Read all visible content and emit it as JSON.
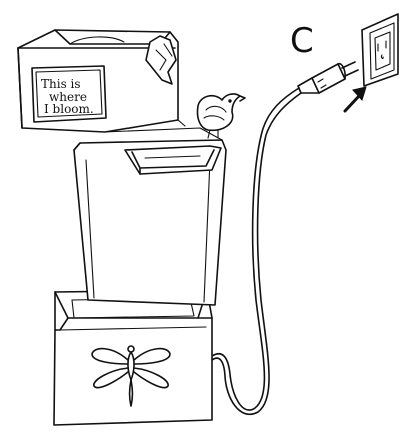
{
  "step_label": "C",
  "sign": {
    "line1": "This is",
    "line2": "where",
    "line3": "I bloom."
  },
  "colors": {
    "ink": "#111111",
    "paper": "#ffffff"
  },
  "icons": [
    "outlet-icon",
    "plug-icon",
    "arrow-icon",
    "bird-icon",
    "dragonfly-icon"
  ]
}
